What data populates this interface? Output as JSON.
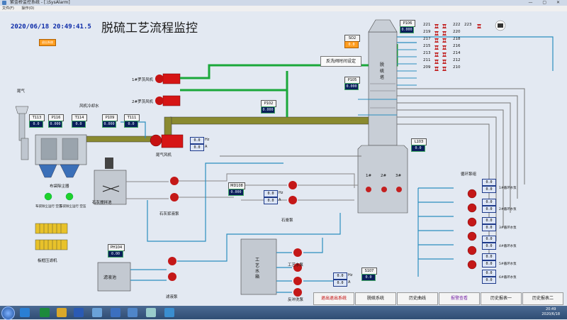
{
  "window": {
    "title": "紫金桥监控系统 - [.\\SysAlarm]",
    "menu": [
      "文件(F)",
      "操作(O)"
    ]
  },
  "header": {
    "datetime": "2020/06/18 20:49:41.5",
    "exit_small": "退出系统",
    "title": "脱硫工艺流程监控"
  },
  "labels": {
    "flue_gas": "尾气",
    "bag_filter": "布袋除尘器",
    "fan_cooling": "风机冷却水",
    "tail_fan": "尾气风机",
    "roots1": "1#罗茨风机",
    "roots2": "2#罗茨风机",
    "lime_mixer": "石灰搅拌池",
    "lime_pump": "石灰浆液泵",
    "gypsum_pump": "石膏泵",
    "tower": "脱硫塔",
    "circ_group": "循环泵组",
    "filtrate_tank": "滤液池",
    "filtrate_pump": "滤液泵",
    "process_tank": "工艺水箱",
    "process_pump": "工艺水泵",
    "backwash_pump": "反冲洗泵",
    "plate_press": "板框压滤机",
    "bag_run_a": "布袋除尘运行 空压",
    "bag_run_b": "布袋除尘运行 空压",
    "pump1": "1#循环水泵",
    "pump2": "2#循环水泵",
    "pump3": "3#循环水泵",
    "pump4": "4#循环水泵",
    "pump5": "5#循环水泵",
    "pump6": "6#循环水泵",
    "spray1": "1#",
    "spray2": "2#",
    "spray3": "3#"
  },
  "instruments": {
    "T113": {
      "tag": "T113",
      "value": "0.0"
    },
    "P116": {
      "tag": "P116",
      "value": "0.000"
    },
    "T114": {
      "tag": "T114",
      "value": "0.0"
    },
    "P109": {
      "tag": "P109",
      "value": "0.000"
    },
    "T111": {
      "tag": "T111",
      "value": "0.0"
    },
    "SO2": {
      "tag": "SO2",
      "value": "0.0"
    },
    "P106": {
      "tag": "P106",
      "value": "0.000"
    },
    "P105": {
      "tag": "P105",
      "value": "0.000"
    },
    "P102": {
      "tag": "P102",
      "value": "0.000"
    },
    "L103": {
      "tag": "L103",
      "value": "0.0"
    },
    "MD108": {
      "tag": "MD108",
      "value": "0.000"
    },
    "PH104": {
      "tag": "PH104",
      "value": "0.00"
    },
    "S107": {
      "tag": "S107",
      "value": "0.0"
    }
  },
  "reverse_button": "反洗阀时间设定",
  "freq": {
    "fan_hz": "0.0",
    "fan_a": "0.0",
    "lime_hz": "0.0",
    "lime_a": "0.0",
    "backwash_hz": "0.0",
    "backwash_a": "0.0",
    "circ": [
      "0.0",
      "0.0",
      "0.0",
      "0.0",
      "0.0",
      "0.0",
      "0.0",
      "0.0",
      "0.0",
      "0.0",
      "0.0",
      "0.0"
    ]
  },
  "units": {
    "hz": "Hz",
    "a": "A"
  },
  "valves": {
    "col1": [
      "221",
      "219",
      "217",
      "215",
      "213",
      "211",
      "209"
    ],
    "col2": [
      "222",
      "220",
      "218",
      "216",
      "214",
      "212",
      "210"
    ],
    "col3": [
      "223"
    ]
  },
  "bottom": {
    "exit": "退出退出系统",
    "desulf": "脱硫系统",
    "history_curve": "历史曲线",
    "alarm": "报警查看",
    "report1": "历史报表一",
    "report2": "历史报表二"
  },
  "taskbar": {
    "time": "20:49",
    "date": "2020/6/18"
  }
}
